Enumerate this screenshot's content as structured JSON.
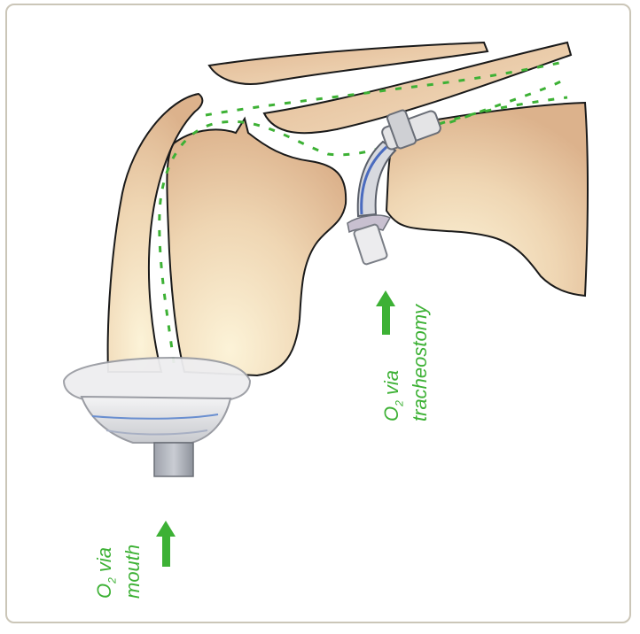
{
  "colors": {
    "tissue": "#e3bd98",
    "tissue_light": "#fbf1d4",
    "outline": "#1a1a1a",
    "airflow": "#3db135",
    "frame": "#cbc6b8"
  },
  "labels": {
    "mouth": {
      "line1_prefix": "O",
      "line1_sub": "2",
      "line1_suffix": " via",
      "line2": "mouth"
    },
    "tracheostomy": {
      "line1_prefix": "O",
      "line1_sub": "2",
      "line1_suffix": " via",
      "line2": "tracheostomy"
    }
  },
  "icons": [
    "arrow-up-icon",
    "mask-icon",
    "tracheostomy-tube-icon"
  ]
}
